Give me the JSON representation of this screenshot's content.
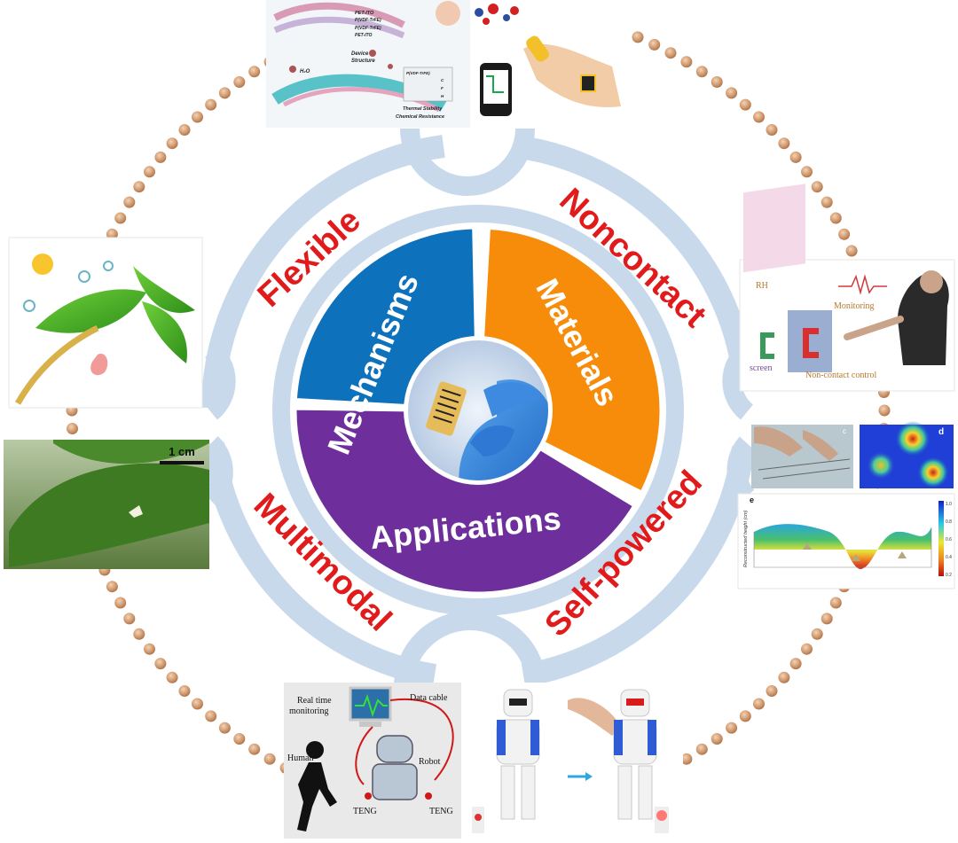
{
  "hub": {
    "segments": [
      {
        "label": "Mechanisms",
        "color": "#0E71BB"
      },
      {
        "label": "Materials",
        "color": "#F78C0A"
      },
      {
        "label": "Applications",
        "color": "#6E2E9C"
      }
    ],
    "ring_color": "#C9D9EC",
    "center_image": "gloved-hand-holding-flexible-sensor"
  },
  "keywords": {
    "flexible": "Flexible",
    "noncontact": "Noncontact",
    "multimodal": "Multimodal",
    "self_powered": "Self-powered",
    "color": "#E11B1B"
  },
  "panel_top": {
    "labels": {
      "pet_ito_top": "PET-ITO",
      "pvdf_1": "P(VDF-TrFE)",
      "pvdf_2": "P(VDF-TrFE)",
      "pet_ito_bottom": "PET-ITO",
      "device": "Device",
      "structure": "Structure",
      "h2o": "H₂O",
      "thermal": "Thermal Stability",
      "chemical": "Chemical Resistance",
      "pvdf_box": "P(VDF-TrFE)",
      "c": "C",
      "f": "F",
      "h": "H"
    }
  },
  "panel_plant": {
    "scale_label": "1 cm"
  },
  "panel_noncontact": {
    "rh": "RH",
    "monitoring": "Monitoring",
    "screen": "screen",
    "noncontact_control": "Non-contact control"
  },
  "panel_heatmap": {
    "panel_c": "c",
    "panel_d": "d"
  },
  "panel_surface": {
    "panel_e": "e",
    "z_label": "Reconstructed height (cm)",
    "colorbar_ticks": [
      "1.0",
      "0.8",
      "0.6",
      "0.4",
      "0.2"
    ]
  },
  "panel_bottom": {
    "real_time": "Real time",
    "monitoring": "monitoring",
    "data_cable": "Data cable",
    "human": "Human",
    "robot": "Robot",
    "teng_left": "TENG",
    "teng_right": "TENG"
  }
}
